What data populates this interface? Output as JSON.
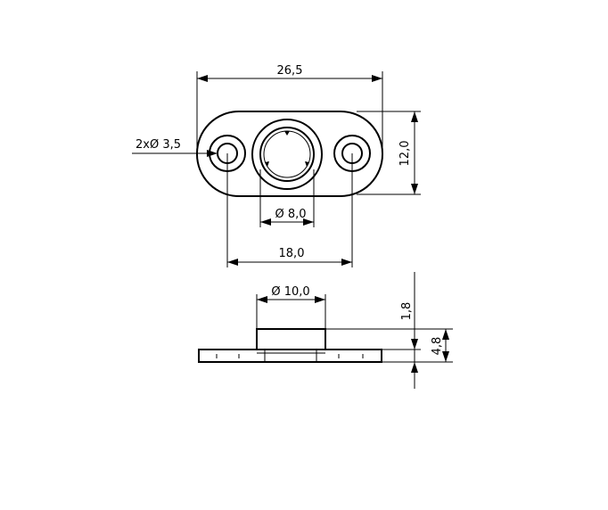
{
  "dimensions": {
    "overall_length": "26,5",
    "height": "12,0",
    "hole_diameter": "2xØ 3,5",
    "inner_diameter": "Ø 8,0",
    "hole_spacing": "18,0",
    "collar_diameter": "Ø 10,0",
    "collar_height": "1,8",
    "total_height": "4,8"
  }
}
